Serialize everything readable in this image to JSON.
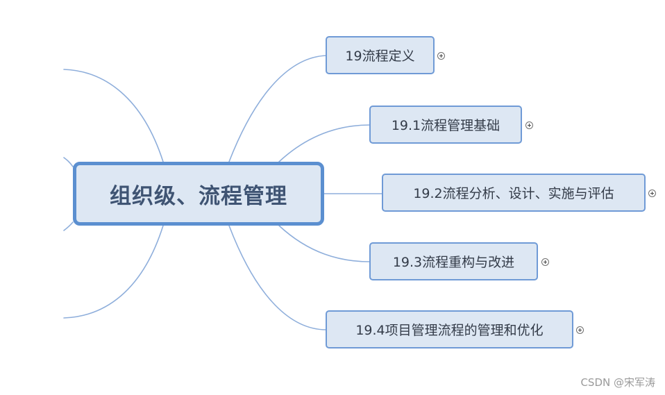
{
  "mindmap": {
    "root": {
      "label": "组织级、流程管理"
    },
    "topics": [
      {
        "label": "19流程定义"
      },
      {
        "label": "19.1流程管理基础"
      },
      {
        "label": "19.2流程分析、设计、实施与评估"
      },
      {
        "label": "19.3流程重构与改进"
      },
      {
        "label": "19.4项目管理流程的管理和优化"
      }
    ]
  },
  "watermark": {
    "text": "CSDN @宋军涛"
  }
}
